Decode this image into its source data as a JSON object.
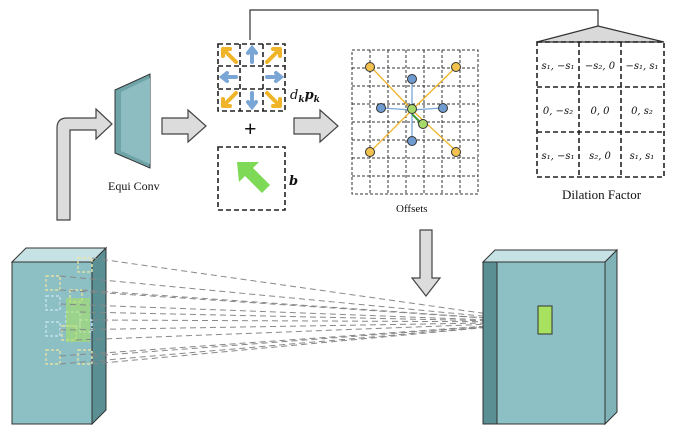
{
  "labels": {
    "equi_conv": "Equi Conv",
    "kernel_term": "d",
    "kernel_term_sub": "k",
    "kernel_term_p": "p",
    "kernel_term_p_sub": "k",
    "plus": "+",
    "bias": "b",
    "offsets": "Offsets",
    "dilation_factor": "Dilation Factor"
  },
  "dilation_table": [
    [
      "s₁, −s₁",
      "−s₂, 0",
      "−s₁, s₁"
    ],
    [
      "0, −s₂",
      "0, 0",
      "0, s₂"
    ],
    [
      "s₁, −s₁",
      "s₂, 0",
      "s₁, s₁"
    ]
  ],
  "colors": {
    "teal_face": "#9ec9cc",
    "teal_side": "#6ea4a8",
    "arrow_gray": "#dcdcdc",
    "yellow_arrow": "#f0b429",
    "blue_arrow": "#7aa6d6",
    "green_arrow": "#7ed957",
    "yellow_dot": "#f2c14e",
    "blue_dot": "#6f9bd1",
    "green_dot": "#a6d96a",
    "highlight_green": "#a8e05f"
  }
}
